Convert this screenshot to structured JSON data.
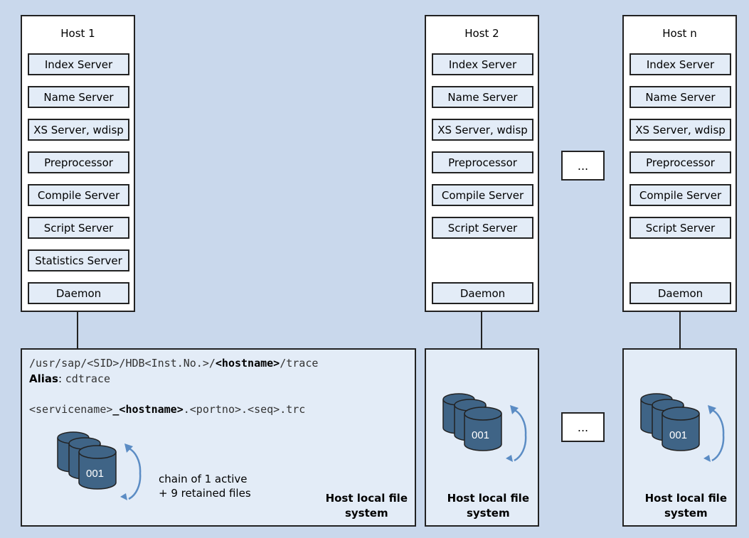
{
  "hosts": [
    {
      "title": "Host 1",
      "services": [
        "Index Server",
        "Name Server",
        "XS Server, wdisp",
        "Preprocessor",
        "Compile Server",
        "Script Server",
        "Statistics Server",
        "Daemon"
      ]
    },
    {
      "title": "Host 2",
      "services": [
        "Index Server",
        "Name Server",
        "XS Server, wdisp",
        "Preprocessor",
        "Compile Server",
        "Script Server",
        "Daemon"
      ]
    },
    {
      "title": "Host n",
      "services": [
        "Index Server",
        "Name Server",
        "XS Server, wdisp",
        "Preprocessor",
        "Compile Server",
        "Script Server",
        "Daemon"
      ]
    }
  ],
  "ellipsis": "...",
  "trace": {
    "path_prefix": "/usr/sap/<SID>/HDB<Inst.No.>/",
    "path_host": "<hostname>",
    "path_suffix": "/trace",
    "alias_label": "Alias",
    "alias_sep": ": ",
    "alias_value": "cdtrace",
    "file_prefix": "<servicename>",
    "file_host": "_<hostname>",
    "file_suffix": ".<portno>.<seq>.trc",
    "chain_line1": "chain of 1 active",
    "chain_line2": "+ 9 retained files"
  },
  "disk_label": "001",
  "fs_label_line1": "Host local file",
  "fs_label_line2": "system",
  "colors": {
    "background": "#c9d8ec",
    "service_fill": "#e3ecf7",
    "disk_fill": "#3f6486",
    "arrow": "#5b8cc4"
  }
}
